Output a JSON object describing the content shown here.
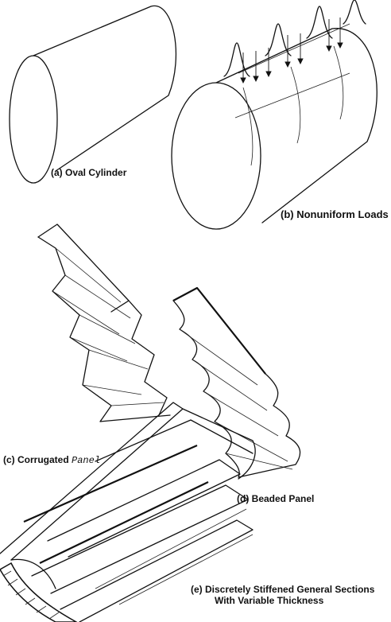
{
  "figures": [
    {
      "id": "a",
      "caption": "(a) Oval Cylinder"
    },
    {
      "id": "b",
      "caption": "(b) Nonuniform Loads"
    },
    {
      "id": "c",
      "caption_main": "(c) Corrugated ",
      "caption_tail": "Panel"
    },
    {
      "id": "d",
      "caption": "(d) Beaded Panel"
    },
    {
      "id": "e",
      "caption_line1": "(e) Discretely Stiffened General Sections",
      "caption_line2": "With Variable Thickness"
    }
  ]
}
